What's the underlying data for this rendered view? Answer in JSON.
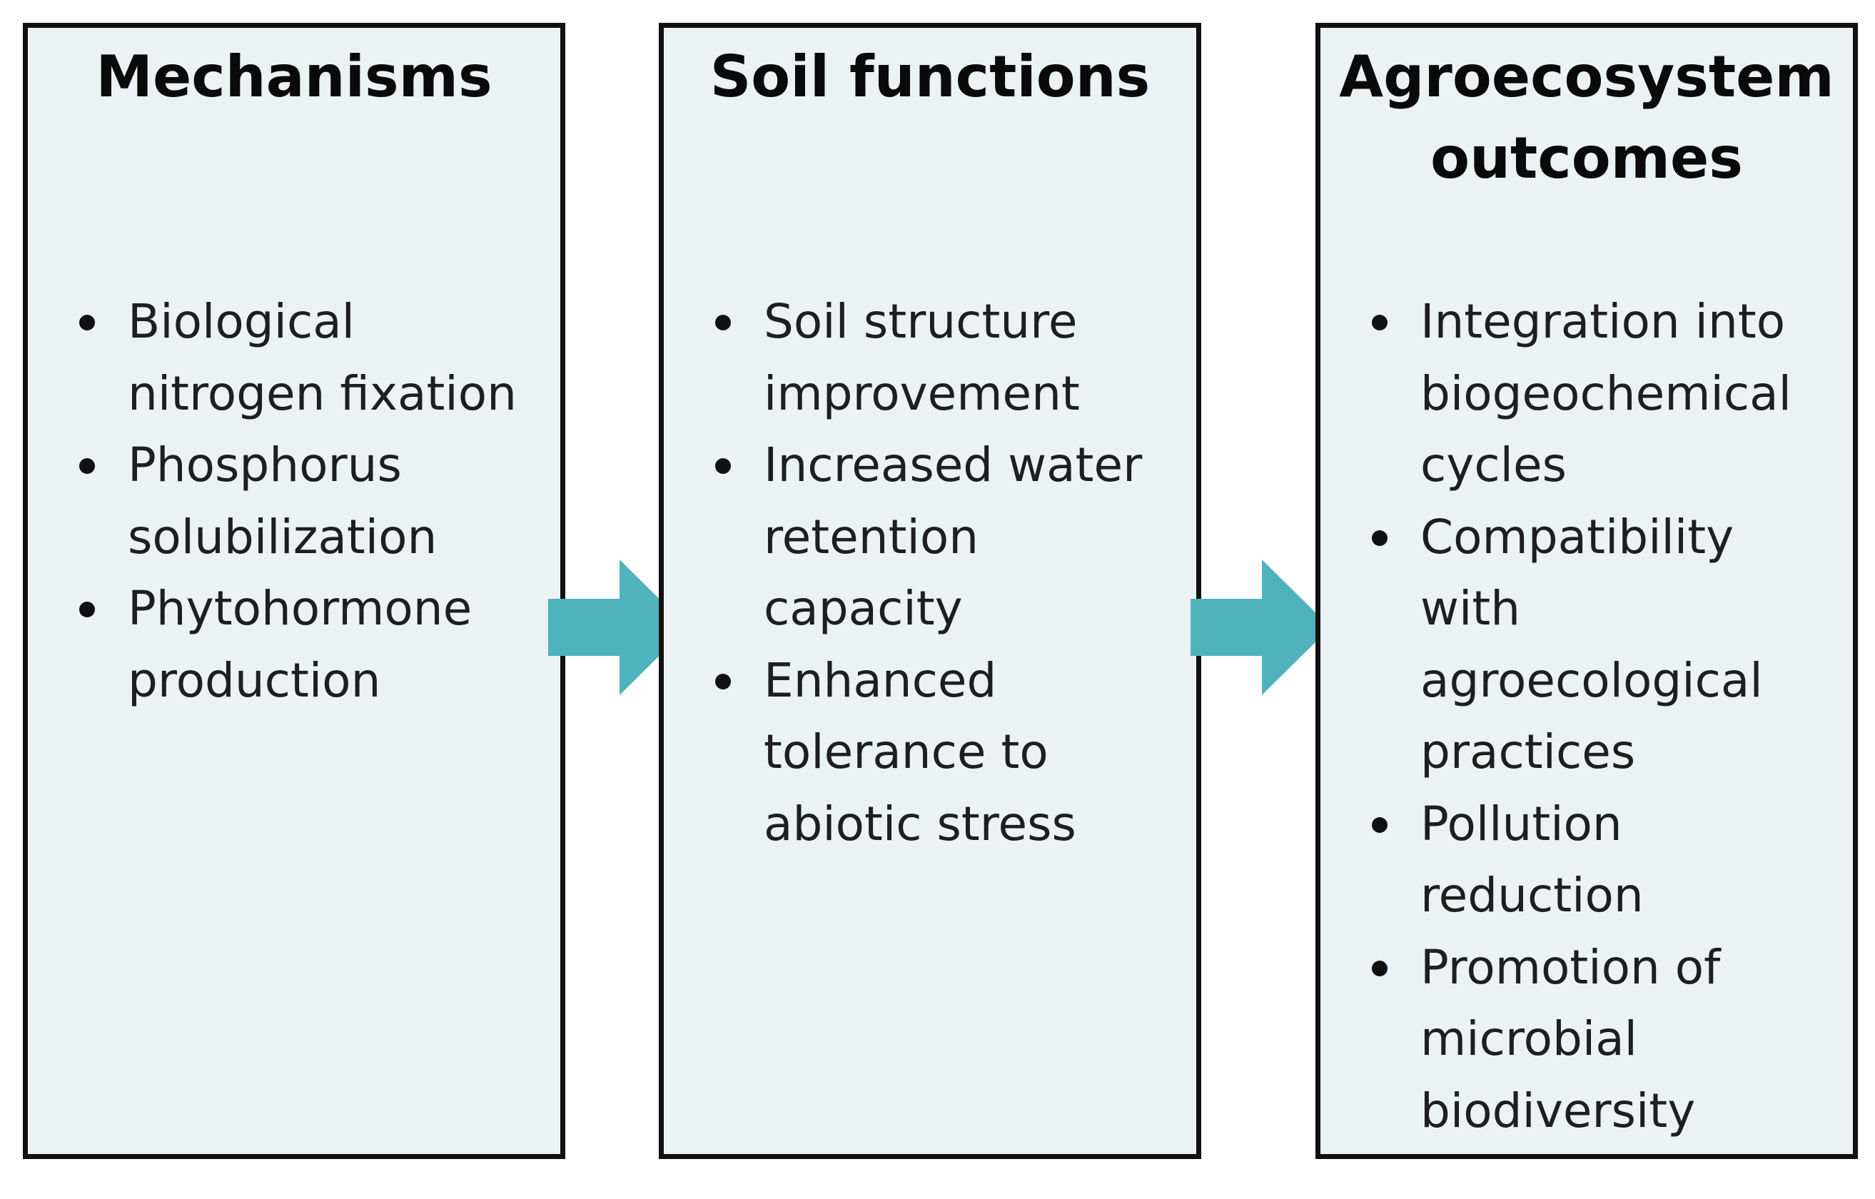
{
  "colors": {
    "box_fill": "#ecf1f4",
    "box_border": "#111111",
    "arrow": "#4fb3bc",
    "text": "#1e1e1e"
  },
  "columns": [
    {
      "title": "Mechanisms",
      "items": [
        "Biological\nnitrogen fixation",
        "Phosphorus\nsolubilization",
        "Phytohormone\nproduction"
      ]
    },
    {
      "title": "Soil functions",
      "items": [
        "Soil structure\nimprovement",
        "Increased water\nretention\ncapacity",
        "Enhanced\ntolerance to\nabiotic stress"
      ]
    },
    {
      "title": "Agroecosystem\noutcomes",
      "items": [
        "Integration into\nbiogeochemical\ncycles",
        "Compatibility\nwith\nagroecological\npractices",
        "Pollution\nreduction",
        "Promotion of\nmicrobial\nbiodiversity"
      ]
    }
  ],
  "arrows": [
    {
      "icon": "right-arrow-icon"
    },
    {
      "icon": "right-arrow-icon"
    }
  ]
}
